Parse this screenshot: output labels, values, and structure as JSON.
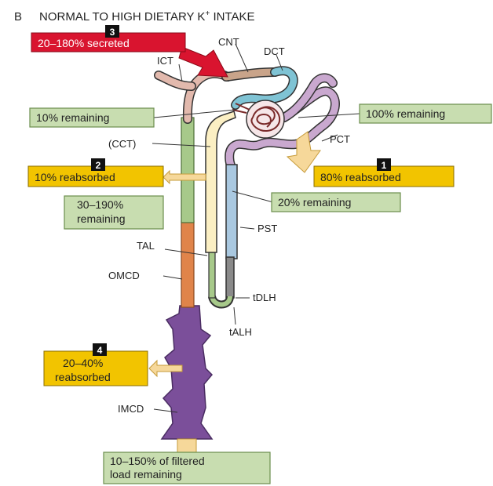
{
  "title": {
    "panel_letter": "B",
    "text": "NORMAL TO HIGH DIETARY K",
    "superscript": "+",
    "suffix": " INTAKE"
  },
  "segments": {
    "cnt": "CNT",
    "dct": "DCT",
    "ict": "ICT",
    "pct": "PCT",
    "cct": "(CCT)",
    "pst": "PST",
    "tal": "TAL",
    "omcd": "OMCD",
    "tdlh": "tDLH",
    "talh": "tALH",
    "imcd": "IMCD"
  },
  "callouts": {
    "step3": {
      "number": "3",
      "text": "20–180% secreted"
    },
    "step1": {
      "number": "1",
      "text": "80% reabsorbed"
    },
    "step2": {
      "number": "2",
      "text": "10% reabsorbed"
    },
    "step4": {
      "number": "4",
      "line1": "20–40%",
      "line2": "reabsorbed"
    }
  },
  "remaining": {
    "ten": "10% remaining",
    "hundred": "100% remaining",
    "twenty": "20% remaining",
    "thirty_line1": "30–190%",
    "thirty_line2": "remaining",
    "final_line1": "10–150% of filtered",
    "final_line2": "load remaining"
  },
  "colors": {
    "tubule_outline": "#333333",
    "pct_lavender": "#c9a8cf",
    "dct_blue": "#7fc3d4",
    "cnt_tan": "#c9a48a",
    "ict_pink": "#e2b9ad",
    "tal_cream": "#fbefc3",
    "ccd_green": "#a7c98a",
    "omcd_orange": "#e0844a",
    "imcd_purple": "#7b4f9a",
    "pst_blue": "#a9c8e0",
    "tdlh_gray": "#8a8a8a",
    "glomerulus": "#7a2a2a",
    "green_box": "#c8ddb0",
    "green_border": "#6b8e4e",
    "yellow_box": "#f2c400",
    "red_box": "#d9142f",
    "urine_yellow": "#f6d89a"
  }
}
